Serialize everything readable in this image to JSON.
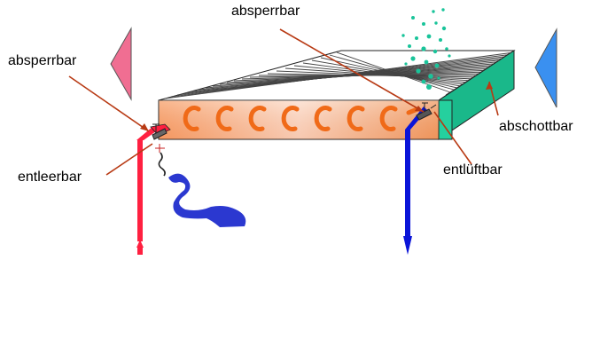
{
  "labels": {
    "absperrbar_left": "absperrbar",
    "absperrbar_top": "absperrbar",
    "abschottbar": "abschottbar",
    "entleerbar": "entleerbar",
    "entlueftbar": "entlüftbar"
  },
  "colors": {
    "pointer_line": "#b83a14",
    "supply_pipe": "#ff2040",
    "return_pipe": "#0a14d8",
    "side_panel": "#1ab88a",
    "drain_water": "#2b38d0",
    "vent_bubbles": "#19c49a",
    "left_triangle": "#f06e92",
    "right_triangle": "#3a90f0",
    "radiator_front": "#f0a070",
    "coil_loops": "#f06a18"
  },
  "icons": {
    "left_marker": "pink-triangle",
    "right_marker": "blue-triangle",
    "air_release": "bubble-cluster",
    "water_drain": "water-stream"
  }
}
